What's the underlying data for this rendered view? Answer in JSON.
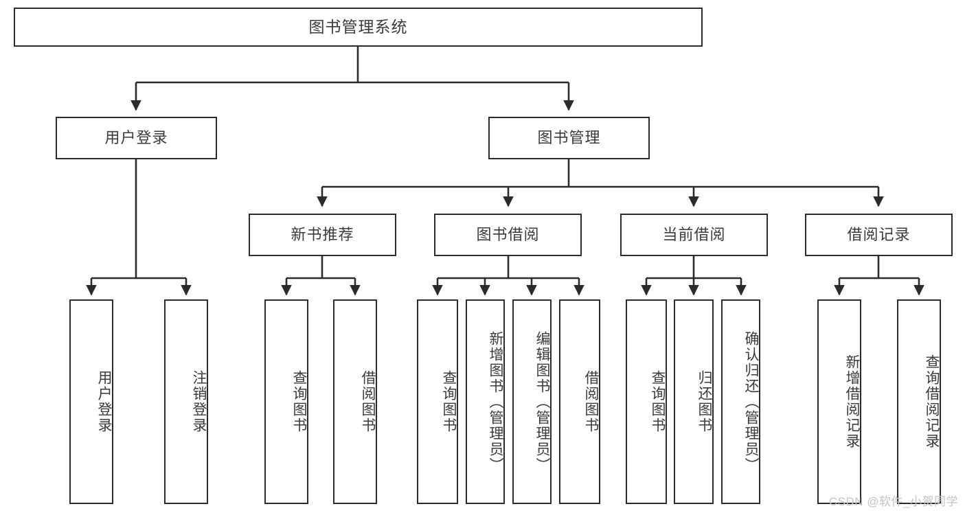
{
  "diagram": {
    "title": "图书管理系统",
    "type": "hierarchy-tree",
    "watermark": "CSDN @软件_小贺同学",
    "colors": {
      "box_border": "#2b2b2b",
      "box_fill": "#ffffff",
      "text": "#3a3a3a",
      "edge": "#2b2b2b",
      "watermark": "#c4c4c4",
      "background": "#ffffff"
    },
    "nodes": {
      "root": {
        "label": "图书管理系统"
      },
      "level2": [
        {
          "id": "user-login",
          "label": "用户登录"
        },
        {
          "id": "book-manage",
          "label": "图书管理"
        }
      ],
      "level3": [
        {
          "id": "new-book-recommend",
          "label": "新书推荐"
        },
        {
          "id": "book-borrow",
          "label": "图书借阅"
        },
        {
          "id": "current-borrow",
          "label": "当前借阅"
        },
        {
          "id": "borrow-record",
          "label": "借阅记录"
        }
      ],
      "leaves": {
        "user_login": [
          {
            "id": "leaf-user-login",
            "label": "用户登录"
          },
          {
            "id": "leaf-logout-login",
            "label": "注销登录"
          }
        ],
        "new_book_recommend": [
          {
            "id": "leaf-query-book-1",
            "label": "查询图书"
          },
          {
            "id": "leaf-borrow-book-1",
            "label": "借阅图书"
          }
        ],
        "book_borrow": [
          {
            "id": "leaf-query-book-2",
            "label": "查询图书"
          },
          {
            "id": "leaf-add-book",
            "label": "新增图书（管理员）"
          },
          {
            "id": "leaf-edit-book",
            "label": "编辑图书（管理员）"
          },
          {
            "id": "leaf-borrow-book-2",
            "label": "借阅图书"
          }
        ],
        "current_borrow": [
          {
            "id": "leaf-query-book-3",
            "label": "查询图书"
          },
          {
            "id": "leaf-return-book",
            "label": "归还图书"
          },
          {
            "id": "leaf-confirm-return",
            "label": "确认归还（管理员）"
          }
        ],
        "borrow_record": [
          {
            "id": "leaf-add-record",
            "label": "新增借阅记录"
          },
          {
            "id": "leaf-query-record",
            "label": "查询借阅记录"
          }
        ]
      }
    }
  }
}
